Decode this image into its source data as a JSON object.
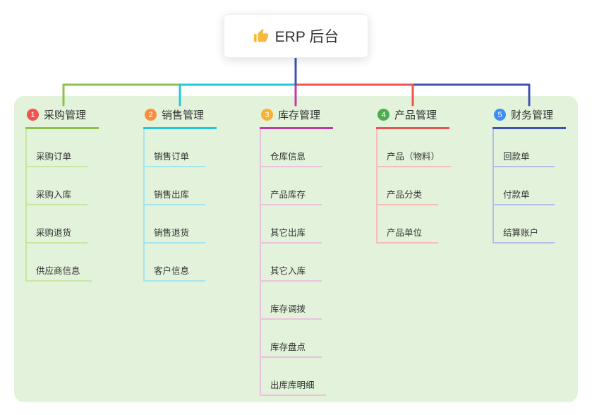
{
  "root": {
    "label": "ERP 后台",
    "icon": "thumbs-up-icon",
    "icon_color": "#f6b93b"
  },
  "connector": {
    "trunk_color": "#3f51b5"
  },
  "panel_color": "#e3f3db",
  "branches": [
    {
      "num": "1",
      "label": "采购管理",
      "badge_color": "#ef5350",
      "line_color": "#8bc34a",
      "light_color": "#c9e5a2",
      "children": [
        "采购订单",
        "采购入库",
        "采购退货",
        "供应商信息"
      ]
    },
    {
      "num": "2",
      "label": "销售管理",
      "badge_color": "#fb8c3c",
      "line_color": "#26c6da",
      "light_color": "#a6e4ec",
      "children": [
        "销售订单",
        "销售出库",
        "销售退货",
        "客户信息"
      ]
    },
    {
      "num": "3",
      "label": "库存管理",
      "badge_color": "#f7b133",
      "line_color": "#c838a3",
      "light_color": "#ecc0df",
      "children": [
        "仓库信息",
        "产品库存",
        "其它出库",
        "其它入库",
        "库存调拨",
        "库存盘点",
        "出库库明细"
      ]
    },
    {
      "num": "4",
      "label": "产品管理",
      "badge_color": "#4cae4f",
      "line_color": "#ef5350",
      "light_color": "#f6bcb8",
      "children": [
        "产品（物料）",
        "产品分类",
        "产品单位"
      ]
    },
    {
      "num": "5",
      "label": "财务管理",
      "badge_color": "#3e8df3",
      "line_color": "#3f51b5",
      "light_color": "#b4bce7",
      "children": [
        "回款单",
        "付款单",
        "结算账户"
      ]
    }
  ]
}
